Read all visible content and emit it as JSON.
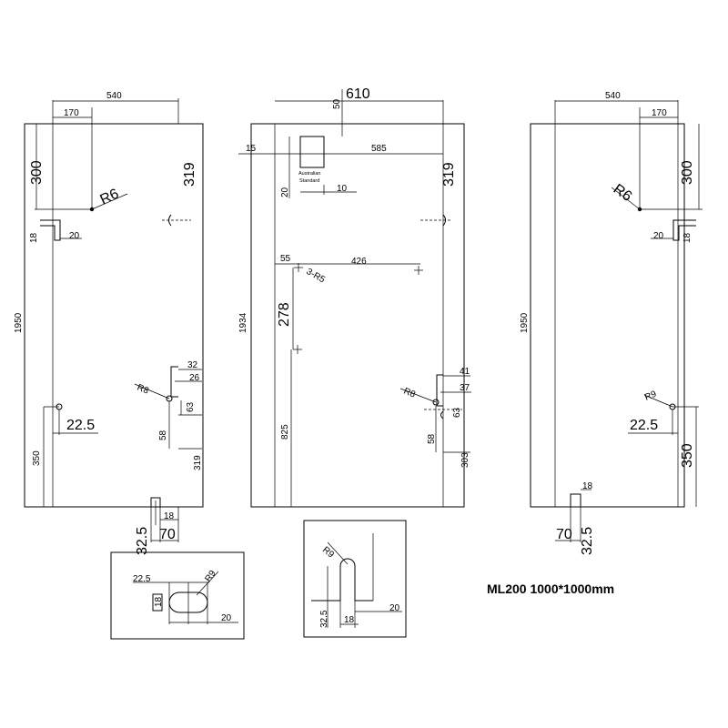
{
  "caption": "ML200 1000*1000mm",
  "left_panel": {
    "width": "540",
    "top_offset": "170",
    "top_hinge_drop": "300",
    "hinge_gap_top": "319",
    "radius_top": "R6",
    "slot_height": "18",
    "slot_width": "20",
    "height": "1950",
    "dim_32": "32",
    "dim_26": "26",
    "radius_mid": "R8",
    "dim_63": "63",
    "dim_58": "58",
    "dim_22_5": "22.5",
    "dim_350": "350",
    "hinge_gap_bottom": "319",
    "dim_18": "18",
    "dim_32_5": "32.5",
    "dim_70": "70"
  },
  "middle_panel": {
    "width": "610",
    "dim_50": "50",
    "dim_15": "15",
    "dim_585": "585",
    "hinge_gap_top": "319",
    "dim_20": "20",
    "dim_10": "10",
    "standard_label_1": "Australian",
    "standard_label_2": "Standard",
    "dim_55": "55",
    "dim_426": "426",
    "holes": "3-R5",
    "dim_278": "278",
    "height": "1934",
    "dim_41": "41",
    "dim_37": "37",
    "radius_mid": "R8",
    "dim_63": "63",
    "dim_58": "58",
    "dim_825": "825",
    "hinge_gap_bottom": "303"
  },
  "right_panel": {
    "width": "540",
    "top_offset": "170",
    "top_hinge_drop": "300",
    "radius_top": "R6",
    "slot_width": "20",
    "slot_height": "18",
    "height": "1950",
    "radius_mid": "R9",
    "dim_22_5": "22.5",
    "dim_350": "350",
    "dim_18": "18",
    "dim_70": "70",
    "dim_32_5": "32.5"
  },
  "detail_slot": {
    "dim_22_5": "22.5",
    "radius": "R9",
    "dim_18": "18",
    "dim_20": "20"
  },
  "detail_notch": {
    "radius": "R9",
    "dim_32_5": "32.5",
    "dim_18": "18",
    "dim_20": "20"
  }
}
